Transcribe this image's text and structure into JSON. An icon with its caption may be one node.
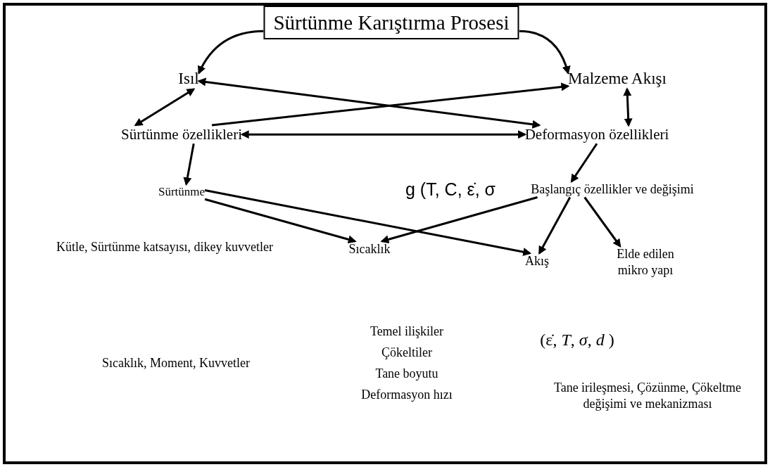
{
  "diagram": {
    "nodes": [
      {
        "text": [
          "Sürtünme Karıştırma Prosesi"
        ]
      },
      {
        "text": [
          "Isıl"
        ]
      },
      {
        "text": [
          "Malzeme Akışı"
        ]
      },
      {
        "text": [
          "Sürtünme özellikleri"
        ]
      },
      {
        "text": [
          "Deformasyon özellikleri"
        ]
      },
      {
        "text": [
          "Sürtünme"
        ]
      },
      {
        "text": [
          "Başlangıç özellikler ve değişimi"
        ]
      },
      {
        "text": [
          "Kütle, Sürtünme katsayısı, dikey kuvvetler"
        ]
      },
      {
        "text": [
          "Sıcaklık"
        ]
      },
      {
        "text": [
          "Akış"
        ]
      },
      {
        "text": [
          "Elde edilen mikro yapı"
        ]
      }
    ],
    "edges": [
      {
        "from": 0,
        "to": 1,
        "arrow": "to"
      },
      {
        "from": 0,
        "to": 2,
        "arrow": "to"
      },
      {
        "from": 1,
        "to": 3,
        "arrow": "both"
      },
      {
        "from": 1,
        "to": 4,
        "arrow": "both"
      },
      {
        "from": 3,
        "to": 2,
        "arrow": "to"
      },
      {
        "from": 2,
        "to": 4,
        "arrow": "both"
      },
      {
        "from": 3,
        "to": 4,
        "arrow": "both"
      },
      {
        "from": 3,
        "to": 5,
        "arrow": "to"
      },
      {
        "from": 4,
        "to": 6,
        "arrow": "to"
      },
      {
        "from": 5,
        "to": 8,
        "arrow": "to"
      },
      {
        "from": 5,
        "to": 9,
        "arrow": "to"
      },
      {
        "from": 6,
        "to": 8,
        "arrow": "to"
      },
      {
        "from": 6,
        "to": 9,
        "arrow": "to"
      },
      {
        "from": 6,
        "to": 10,
        "arrow": "to"
      }
    ],
    "labels": [
      "g (T, C, ε̇, σ",
      "Sıcaklık, Moment, Kuvvetler",
      "Temel ilişkiler",
      "Çökeltiler",
      "Tane boyutu",
      "Deformasyon hızı",
      "(ε̇, *T*, *σ*, *d* )",
      "Tane irileşmesi, Çözünme, Çökeltme değişimi ve mekanizması"
    ]
  }
}
